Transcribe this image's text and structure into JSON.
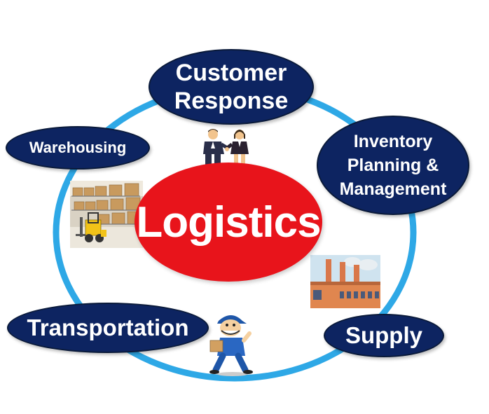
{
  "center": {
    "label": "Logistics"
  },
  "nodes": {
    "customer_response": {
      "line1": "Customer",
      "line2": "Response"
    },
    "inventory": {
      "line1": "Inventory",
      "line2": "Planning &",
      "line3": "Management"
    },
    "warehousing": {
      "label": "Warehousing"
    },
    "transportation": {
      "label": "Transportation"
    },
    "supply": {
      "label": "Supply"
    }
  },
  "illustrations": {
    "handshake": "handshake-people-icon",
    "warehouse": "warehouse-forklift-icon",
    "factory": "factory-icon",
    "courier": "delivery-courier-icon"
  },
  "colors": {
    "node_fill": "#0d2461",
    "center_fill": "#e8141b",
    "ring": "#2ea8e6",
    "text": "#ffffff"
  }
}
